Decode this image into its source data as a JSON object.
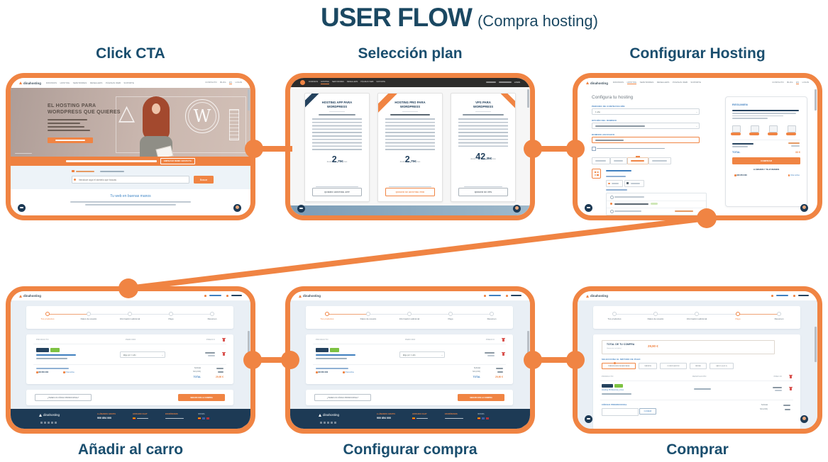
{
  "title": {
    "main": "USER FLOW",
    "subtitle": "(Compra hosting)"
  },
  "captions": {
    "home": "Click CTA",
    "plans": "Selección plan",
    "configure": "Configurar Hosting",
    "cart": "Añadir al carro",
    "checkout_config": "Configurar compra",
    "buy": "Comprar"
  },
  "colors": {
    "accent_orange": "#F08443",
    "title_navy": "#1B4862",
    "link_blue": "#3F7FBF",
    "footer_navy": "#1D3A55",
    "badge_green": "#7DC242",
    "badge_navy": "#24425E"
  },
  "home": {
    "logo": "dinahosting",
    "nav": [
      "DOMINIOS",
      "HOSTING",
      "SERVIDORES",
      "RESELLERS",
      "PÁGINAS WEB",
      "SOPORTE"
    ],
    "header_right": [
      "CONTACTO",
      "BLOG",
      "ES",
      "LOGIN"
    ],
    "hero_line1": "EL HOSTING PARA",
    "hero_line2": "WORDPRESS QUE QUIERES",
    "banner_button": "EMPEZAR DEMO GRATUITA",
    "search_placeholder": "Introduce aquí el dominio que buscas",
    "search_button": "Buscar",
    "tagline": "Tu web en buenas manos"
  },
  "plans": {
    "login": "LOGIN",
    "cards": [
      {
        "title1": "HOSTING APP PARA",
        "title2": "WORDPRESS",
        "desde": "desde",
        "price_int": "2",
        "price_dec": ",75€",
        "per": "/mes",
        "button": "QUIERO HOSTING APP"
      },
      {
        "title1": "HOSTING PRO PARA",
        "title2": "WORDPRESS",
        "desde": "desde",
        "price_int": "2",
        "price_dec": ",75€",
        "per": "/mes",
        "button": "QUIERO MI HOSTING PRO"
      },
      {
        "title1": "VPS PARA",
        "title2": "WORDPRESS",
        "desde": "desde",
        "price_int": "42",
        "price_dec": ",35€",
        "per": "/mes",
        "button": "QUIERO MI VPS"
      }
    ]
  },
  "configure": {
    "heading": "Configura tu hosting",
    "label_period": "PERIODO DE CONTRATACIÓN",
    "period_value": "1 año",
    "label_domain_option": "OPCIÓN DEL DOMINIO",
    "label_domain": "DOMINIO ASOCIADO",
    "summary_title": "RESUMEN",
    "total_label": "TOTAL",
    "total_value": "33 €",
    "buy_button": "COMPRAR",
    "help_text": "LLÁMANOS Y TE AYUDAMOS",
    "phone": "900 854 000",
    "chat": "Chat online"
  },
  "cart": {
    "logo": "dinahosting",
    "steps": [
      "Tus productos",
      "Datos de usuario",
      "Información adicional",
      "Pago",
      "Resumen"
    ],
    "col_product": "PRODUCTO",
    "col_period": "PERIODO",
    "col_price": "PRECIO",
    "period_select": "Elige por: 1 año",
    "subtotal_label": "Subtotal",
    "tax_label": "IVA (21%)",
    "total_label": "TOTAL",
    "total_value": "29,90 €",
    "phone": "900 854 000",
    "chat": "Chat online",
    "promo_button": "¿TIENES UN CÓDIGO PROMOCIONAL?",
    "continue_button": "SEGUIR CON LA COMPRA",
    "footer": {
      "logo": "dinahosting",
      "call_label": "LLÁMANOS GRATIS",
      "phone": "900 854 000",
      "chat_label": "HORARIO CHAT",
      "write_label": "ESCRÍBENOS",
      "lang_label": "IDIOMA"
    }
  },
  "checkout": {
    "total_label": "TOTAL DE TU COMPRA",
    "total_note": "(Impuestos incluidos)",
    "total_value": "29,90 €",
    "method_label": "SELECCIONA EL MÉTODO DE PAGO",
    "methods": [
      "TRANSFERENCIA BANCARIA",
      "TARJETA",
      "DOMICILIACIÓN",
      "PAYPAL",
      "SALDO (0,00 €)"
    ],
    "col_product": "PRODUCTO",
    "col_renewal": "RENOVACIÓN",
    "col_price": "PRECIO",
    "product_name": "Hosting Profesional_Linux",
    "promo_label": "CÓDIGO PROMOCIONAL",
    "promo_button": "CANJEAR",
    "subtotal_label": "Subtotal",
    "tax_label": "IVA (21%)"
  }
}
